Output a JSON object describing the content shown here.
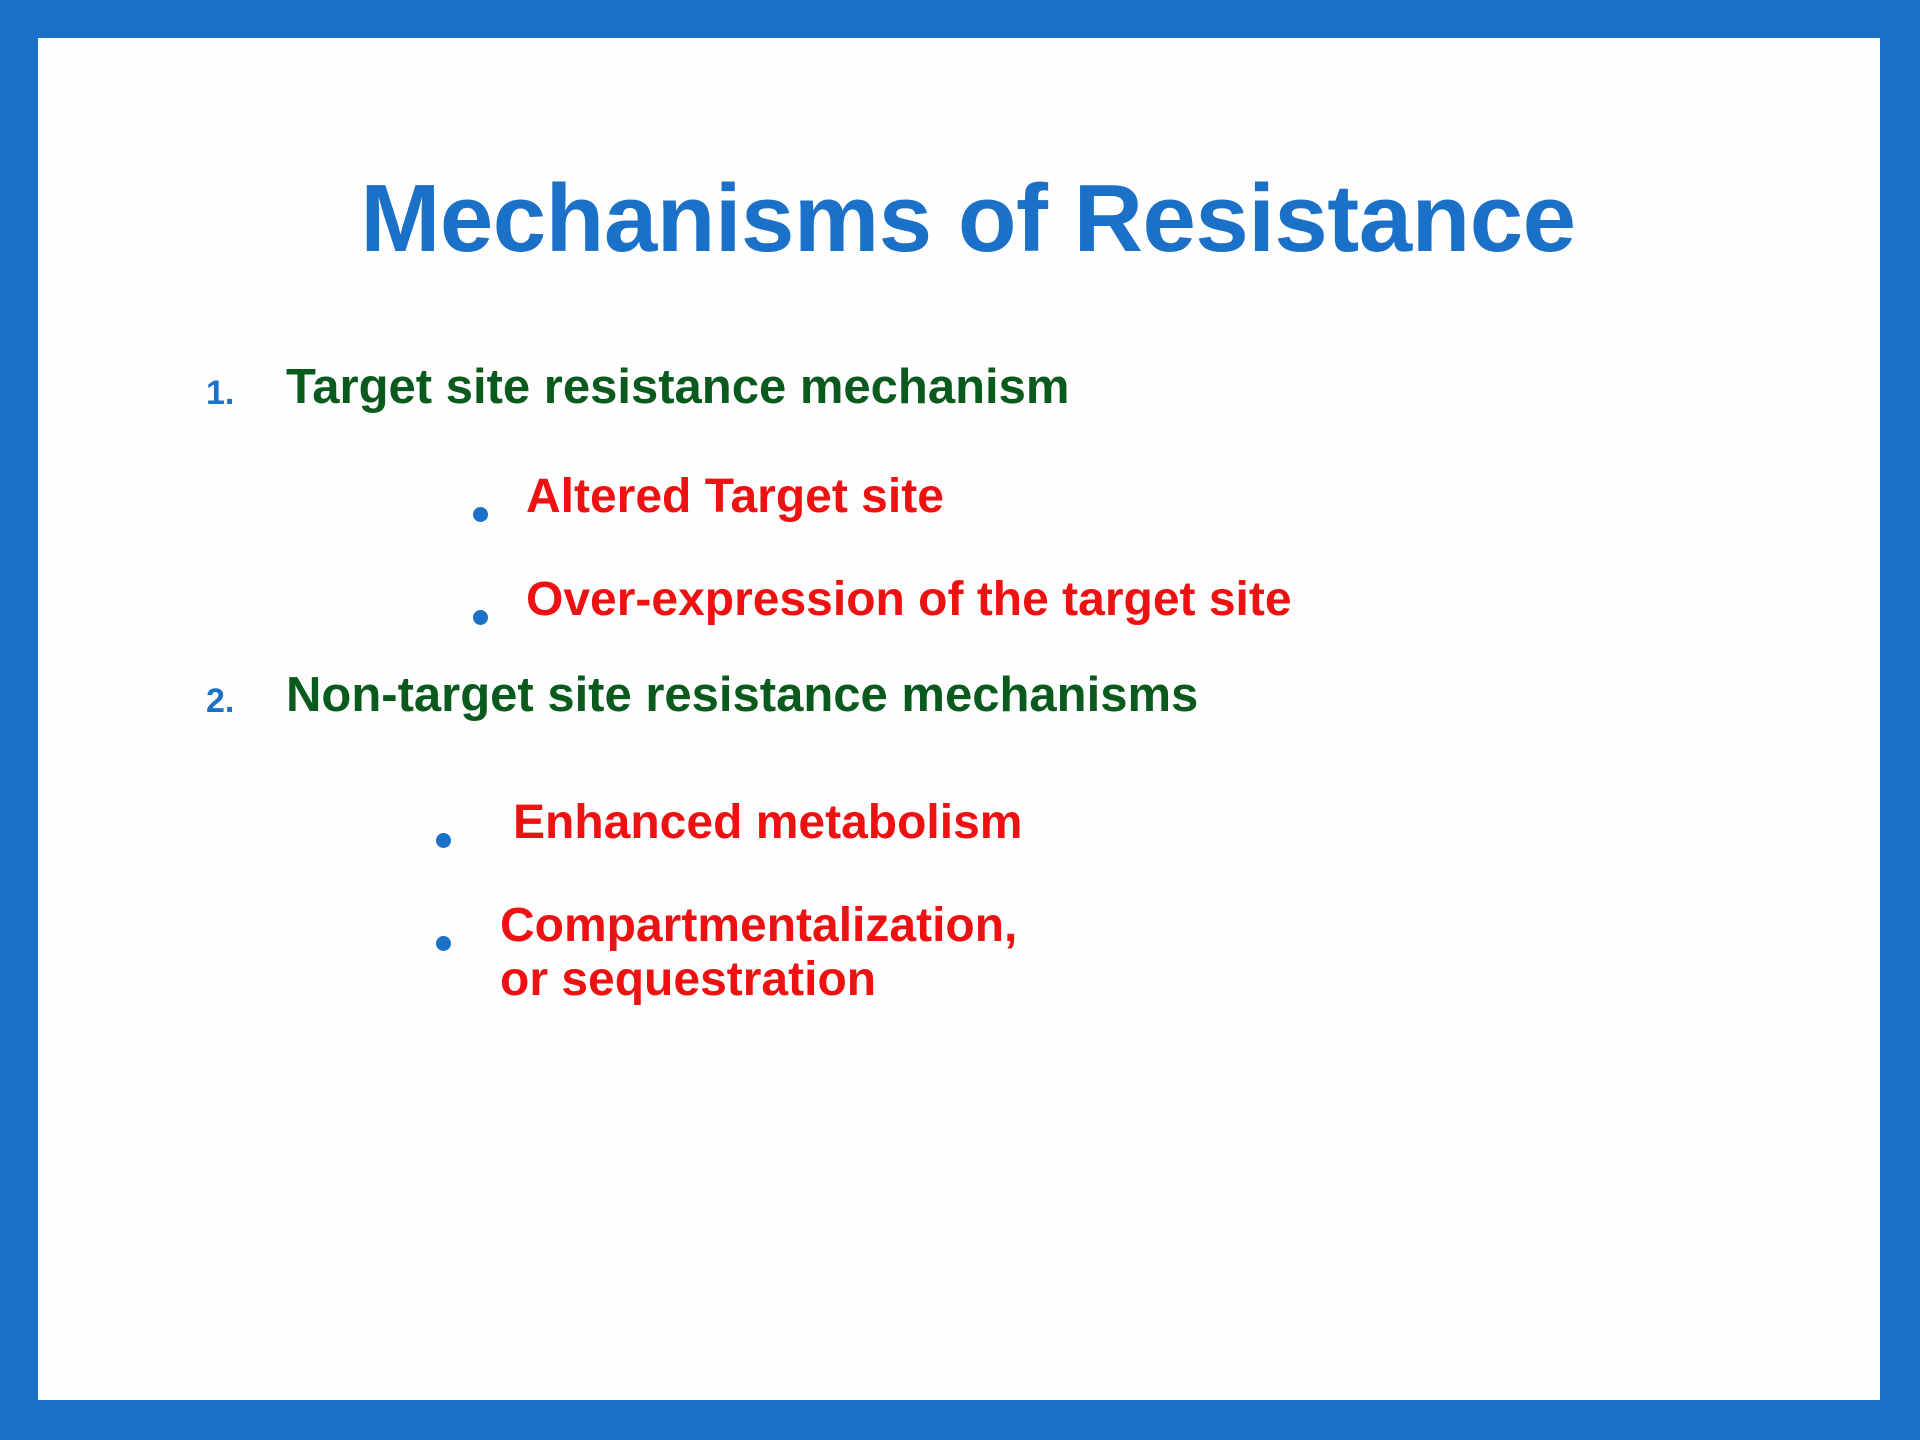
{
  "slide": {
    "title": "Mechanisms of Resistance",
    "border_color": "#1B70C8",
    "background_color": "#FEFEFE",
    "title_color": "#1B70C8",
    "heading_color": "#0A5A1E",
    "bullet_text_color": "#EE1111",
    "bullet_dot_color": "#1B70C8",
    "number_color": "#1B70C8"
  },
  "content": {
    "items": [
      {
        "number": "1.",
        "heading": "Target site resistance mechanism",
        "bullets": [
          {
            "text": "Altered Target site"
          },
          {
            "text": "Over-expression of the target site"
          }
        ]
      },
      {
        "number": "2.",
        "heading": "Non-target site resistance mechanisms",
        "bullets": [
          {
            "text": "Enhanced metabolism"
          },
          {
            "text": "Compartmentalization,\nor sequestration"
          }
        ]
      }
    ]
  }
}
